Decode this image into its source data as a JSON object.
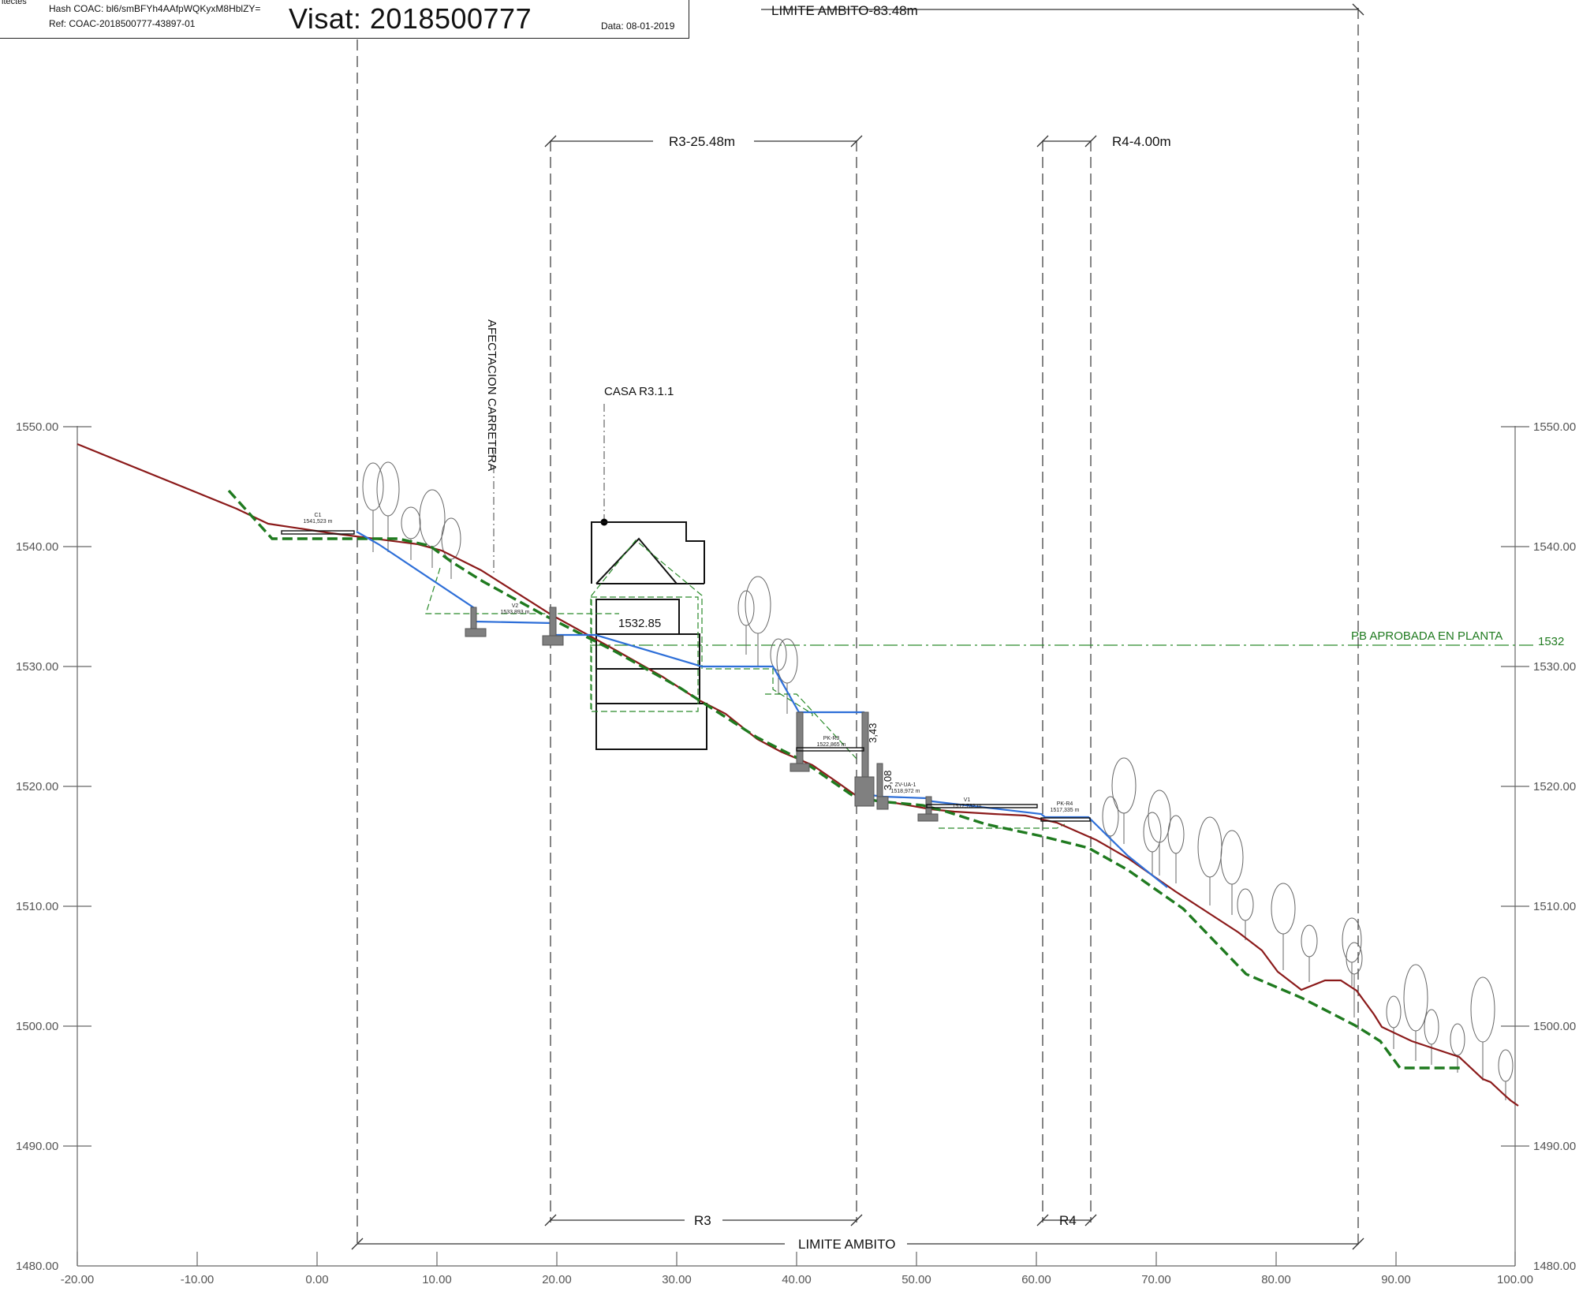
{
  "stamp": {
    "corner_text": "itectes",
    "hash": "Hash COAC: bl6/smBFYh4AAfpWQKyxM8HblZY=",
    "ref": "Ref: COAC-2018500777-43897-01",
    "visat": "Visat: 2018500777",
    "date": "Data: 08-01-2019"
  },
  "axes": {
    "x_ticks": [
      "-20.00",
      "-10.00",
      "0.00",
      "10.00",
      "20.00",
      "30.00",
      "40.00",
      "50.00",
      "60.00",
      "70.00",
      "80.00",
      "90.00",
      "100.00"
    ],
    "y_ticks_left": [
      "1550.00",
      "1540.00",
      "1530.00",
      "1520.00",
      "1510.00",
      "1500.00",
      "1490.00",
      "1480.00"
    ],
    "y_ticks_right": [
      "1550.00",
      "1540.00",
      "1530.00",
      "1520.00",
      "1510.00",
      "1500.00",
      "1490.00",
      "1480.00"
    ]
  },
  "dimensions": {
    "limite_top": "LIMITE AMBITO-83.48m",
    "r3_top": "R3-25.48m",
    "r4_top": "R4-4.00m",
    "r3_bottom": "R3",
    "r4_bottom": "R4",
    "limite_bottom": "LIMITE AMBITO"
  },
  "annotations": {
    "afectacion": "AFECTACION CARRETERA",
    "casa": "CASA R3.1.1",
    "level_house": "1532.85",
    "pb_aprobada": "PB APROBADA EN PLANTA",
    "pb_value": "1532",
    "wall_h1": "3,43",
    "wall_h2": "3,08"
  },
  "small_labels": {
    "c1_name": "C1",
    "c1_level": "1541,523 m",
    "v2_name": "V2",
    "v2_level": "1533,893 m",
    "pk_r3_name": "PK-R3",
    "pk_r3_level": "1522,865 m",
    "zvp_name": "ZV-UA-1",
    "zvp_level": "1518,972 m",
    "v1_name": "V1",
    "v1_level": "1517,732 m",
    "pk_r4_name": "PK-R4",
    "pk_r4_level": "1517,335 m"
  },
  "colors": {
    "terrain_existing": "#8b1a1a",
    "terrain_proposed": "#1f7a1f",
    "project_line": "#2e6fd8",
    "dim_lines": "#333333",
    "pb_line": "#2a8a2a",
    "foundations": "#808080",
    "axis": "#666666"
  }
}
